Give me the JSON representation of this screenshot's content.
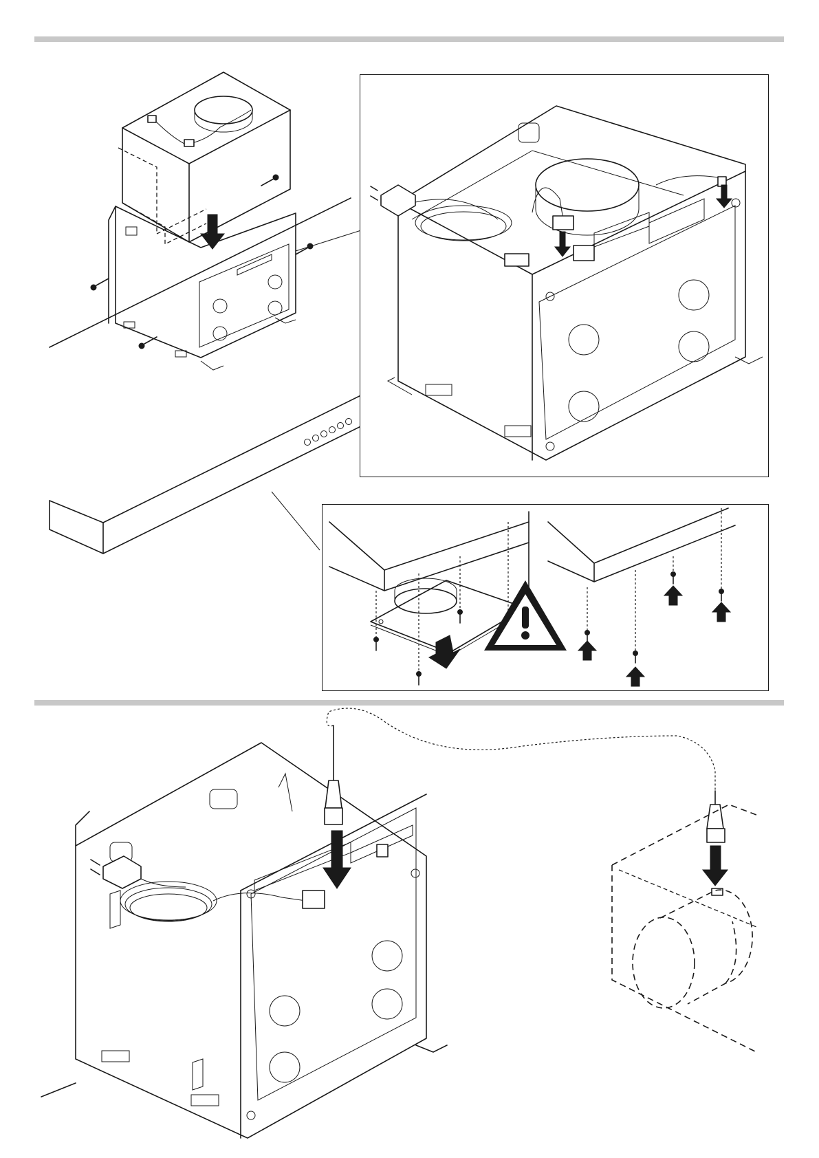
{
  "colors": {
    "section_bar": "#c8c8c8",
    "line": "#1a1a1a",
    "background": "#ffffff"
  },
  "figure_1": {
    "icons": [
      "fan-motor-unit",
      "down-arrow-icon",
      "screw-icon",
      "cooker-hood-canopy",
      "power-plug-icon",
      "connector-icon"
    ]
  },
  "figure_1_detail": {
    "icons": [
      "power-plug-icon",
      "connector-icon",
      "down-arrow-icon",
      "duct-collar"
    ]
  },
  "figure_1_sub_left": {
    "icons": [
      "mounting-plate",
      "duct-collar",
      "screw-icon",
      "down-arrow-icon"
    ]
  },
  "figure_1_warning": {
    "icons": [
      "warning-triangle-icon"
    ]
  },
  "figure_1_sub_right": {
    "icons": [
      "screw-icon",
      "up-arrow-icon"
    ]
  },
  "figure_2": {
    "icons": [
      "mounting-box",
      "power-plug-icon",
      "cable-coil",
      "connector-icon",
      "down-arrow-icon",
      "dashed-cable",
      "remote-unit-outline"
    ]
  }
}
